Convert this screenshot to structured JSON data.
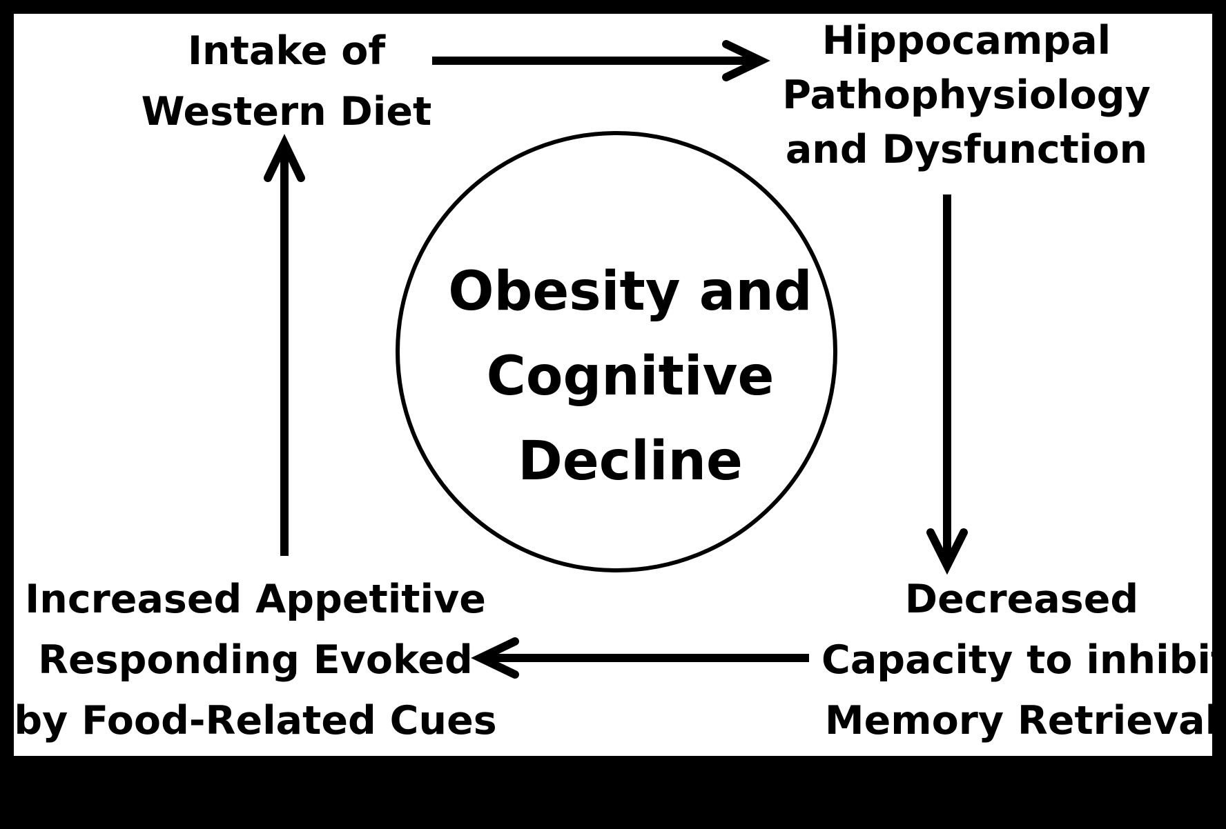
{
  "colors": {
    "frame": "#000000",
    "background": "#ffffff",
    "ink": "#000000"
  },
  "center": {
    "lines": [
      "Obesity and",
      "Cognitive",
      "Decline"
    ]
  },
  "nodes": {
    "diet": {
      "lines": [
        "Intake of",
        "Western Diet"
      ]
    },
    "hippocampal": {
      "lines": [
        "Hippocampal",
        "Pathophysiology",
        "and Dysfunction"
      ]
    },
    "decreased": {
      "lines": [
        "Decreased",
        "Capacity to inhibit",
        "Memory Retrieval"
      ]
    },
    "appetitive": {
      "lines": [
        "Increased Appetitive",
        "Responding Evoked",
        "by Food-Related Cues"
      ]
    }
  },
  "edges": [
    {
      "from": "diet",
      "to": "hippocampal"
    },
    {
      "from": "hippocampal",
      "to": "decreased"
    },
    {
      "from": "decreased",
      "to": "appetitive"
    },
    {
      "from": "appetitive",
      "to": "diet"
    }
  ]
}
